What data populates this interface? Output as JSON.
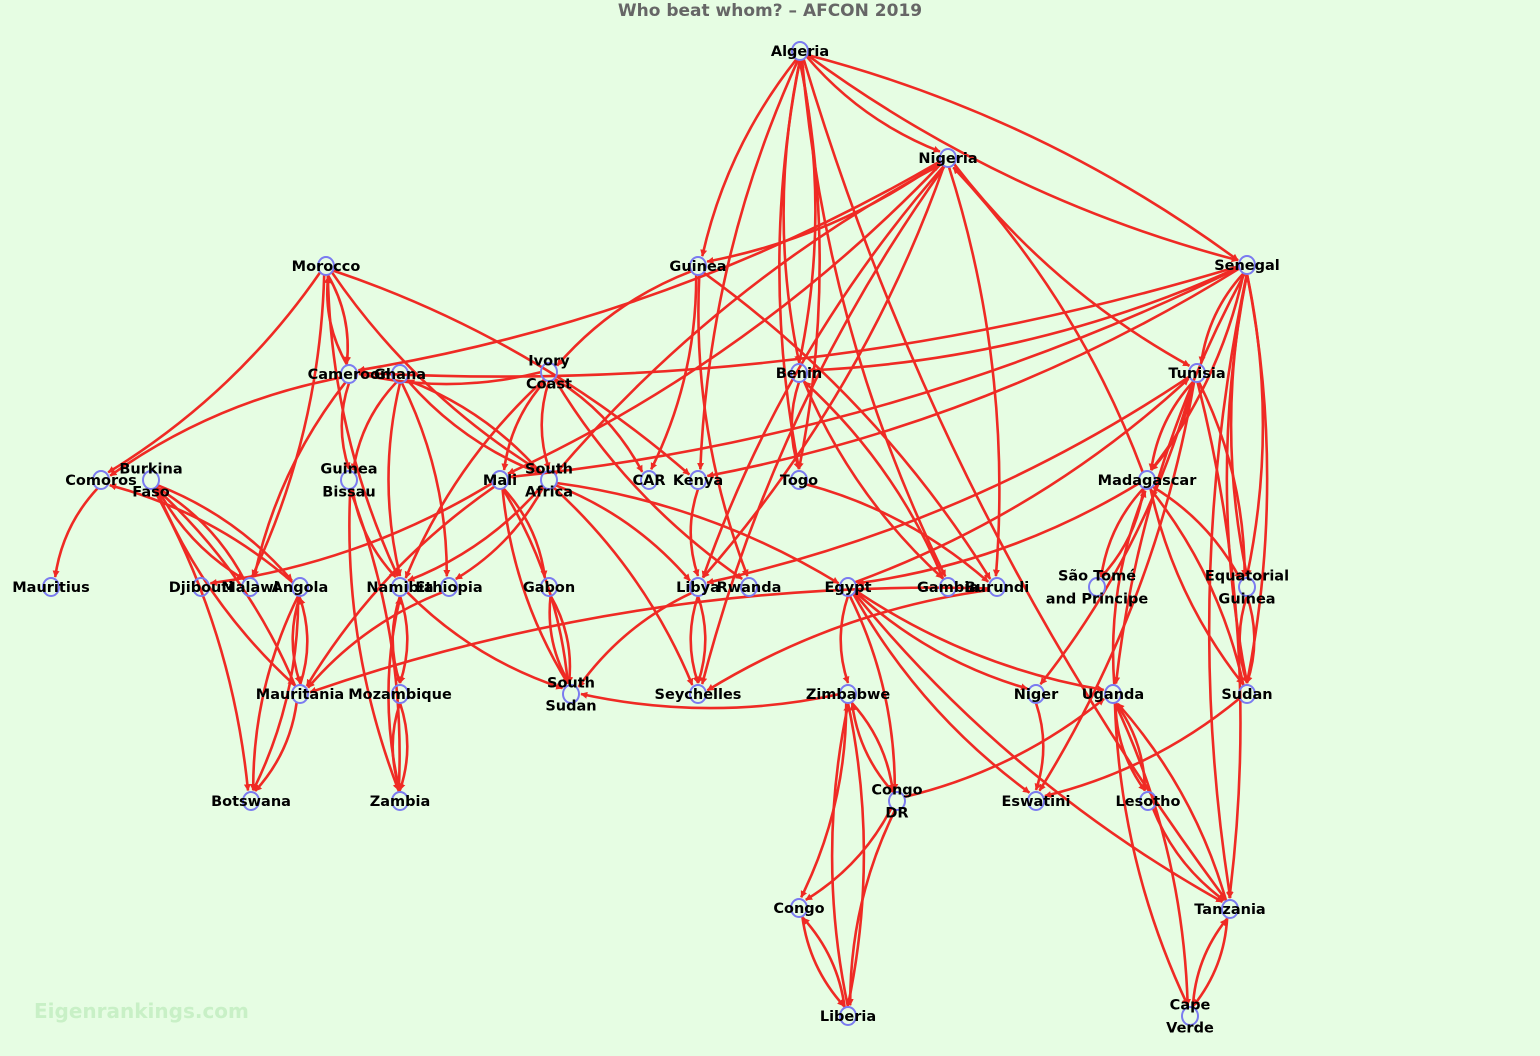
{
  "title": "Who beat whom? – AFCON 2019",
  "watermark": "Eigenrankings.com",
  "colors": {
    "background": "#e6fde3",
    "edge": "#ef2a24",
    "node": "#7b7bf0",
    "title": "#666666"
  },
  "teams": [
    {
      "id": "algeria",
      "lines": [
        "Algeria"
      ]
    },
    {
      "id": "nigeria",
      "lines": [
        "Nigeria"
      ]
    },
    {
      "id": "guinea",
      "lines": [
        "Guinea"
      ]
    },
    {
      "id": "senegal",
      "lines": [
        "Senegal"
      ]
    },
    {
      "id": "morocco",
      "lines": [
        "Morocco"
      ]
    },
    {
      "id": "cameroon",
      "lines": [
        "Cameroon"
      ]
    },
    {
      "id": "ghana",
      "lines": [
        "Ghana"
      ]
    },
    {
      "id": "ivory_coast",
      "lines": [
        "Ivory",
        "Coast"
      ]
    },
    {
      "id": "benin",
      "lines": [
        "Benin"
      ]
    },
    {
      "id": "tunisia",
      "lines": [
        "Tunisia"
      ]
    },
    {
      "id": "comoros",
      "lines": [
        "Comoros"
      ]
    },
    {
      "id": "burkina_faso",
      "lines": [
        "Burkina",
        "Faso"
      ]
    },
    {
      "id": "guinea_bissau",
      "lines": [
        "Guinea",
        "Bissau"
      ]
    },
    {
      "id": "mali",
      "lines": [
        "Mali"
      ]
    },
    {
      "id": "south_africa",
      "lines": [
        "South",
        "Africa"
      ]
    },
    {
      "id": "car",
      "lines": [
        "CAR"
      ]
    },
    {
      "id": "kenya",
      "lines": [
        "Kenya"
      ]
    },
    {
      "id": "togo",
      "lines": [
        "Togo"
      ]
    },
    {
      "id": "madagascar",
      "lines": [
        "Madagascar"
      ]
    },
    {
      "id": "mauritius",
      "lines": [
        "Mauritius"
      ]
    },
    {
      "id": "djibouti",
      "lines": [
        "Djibouti"
      ]
    },
    {
      "id": "malawi",
      "lines": [
        "Malawi"
      ]
    },
    {
      "id": "angola",
      "lines": [
        "Angola"
      ]
    },
    {
      "id": "namibia",
      "lines": [
        "Namibia"
      ]
    },
    {
      "id": "ethiopia",
      "lines": [
        "Ethiopia"
      ]
    },
    {
      "id": "gabon",
      "lines": [
        "Gabon"
      ]
    },
    {
      "id": "libya",
      "lines": [
        "Libya"
      ]
    },
    {
      "id": "rwanda",
      "lines": [
        "Rwanda"
      ]
    },
    {
      "id": "egypt",
      "lines": [
        "Egypt"
      ]
    },
    {
      "id": "gambia",
      "lines": [
        "Gambia"
      ]
    },
    {
      "id": "burundi",
      "lines": [
        "Burundi"
      ]
    },
    {
      "id": "sao_tome",
      "lines": [
        "São Tomé",
        "and Principe"
      ]
    },
    {
      "id": "equatorial_guinea",
      "lines": [
        "Equatorial",
        "Guinea"
      ]
    },
    {
      "id": "mauritania",
      "lines": [
        "Mauritania"
      ]
    },
    {
      "id": "mozambique",
      "lines": [
        "Mozambique"
      ]
    },
    {
      "id": "south_sudan",
      "lines": [
        "South",
        "Sudan"
      ]
    },
    {
      "id": "seychelles",
      "lines": [
        "Seychelles"
      ]
    },
    {
      "id": "zimbabwe",
      "lines": [
        "Zimbabwe"
      ]
    },
    {
      "id": "niger",
      "lines": [
        "Niger"
      ]
    },
    {
      "id": "uganda",
      "lines": [
        "Uganda"
      ]
    },
    {
      "id": "sudan",
      "lines": [
        "Sudan"
      ]
    },
    {
      "id": "botswana",
      "lines": [
        "Botswana"
      ]
    },
    {
      "id": "zambia",
      "lines": [
        "Zambia"
      ]
    },
    {
      "id": "congo_dr",
      "lines": [
        "Congo",
        "DR"
      ]
    },
    {
      "id": "eswatini",
      "lines": [
        "Eswatini"
      ]
    },
    {
      "id": "lesotho",
      "lines": [
        "Lesotho"
      ]
    },
    {
      "id": "congo",
      "lines": [
        "Congo"
      ]
    },
    {
      "id": "tanzania",
      "lines": [
        "Tanzania"
      ]
    },
    {
      "id": "liberia",
      "lines": [
        "Liberia"
      ]
    },
    {
      "id": "cape_verde",
      "lines": [
        "Cape",
        "Verde"
      ]
    }
  ],
  "results": [
    {
      "winner": "algeria",
      "loser": "nigeria"
    },
    {
      "winner": "algeria",
      "loser": "guinea"
    },
    {
      "winner": "algeria",
      "loser": "senegal"
    },
    {
      "winner": "algeria",
      "loser": "senegal"
    },
    {
      "winner": "algeria",
      "loser": "benin"
    },
    {
      "winner": "algeria",
      "loser": "togo"
    },
    {
      "winner": "algeria",
      "loser": "togo"
    },
    {
      "winner": "algeria",
      "loser": "kenya"
    },
    {
      "winner": "algeria",
      "loser": "tanzania"
    },
    {
      "winner": "algeria",
      "loser": "gambia"
    },
    {
      "winner": "benin",
      "loser": "algeria"
    },
    {
      "winner": "nigeria",
      "loser": "guinea"
    },
    {
      "winner": "nigeria",
      "loser": "cameroon"
    },
    {
      "winner": "nigeria",
      "loser": "tunisia"
    },
    {
      "winner": "nigeria",
      "loser": "libya"
    },
    {
      "winner": "nigeria",
      "loser": "libya"
    },
    {
      "winner": "nigeria",
      "loser": "burundi"
    },
    {
      "winner": "nigeria",
      "loser": "seychelles"
    },
    {
      "winner": "nigeria",
      "loser": "mali"
    },
    {
      "winner": "south_africa",
      "loser": "nigeria"
    },
    {
      "winner": "madagascar",
      "loser": "nigeria"
    },
    {
      "winner": "guinea",
      "loser": "ivory_coast"
    },
    {
      "winner": "guinea",
      "loser": "car"
    },
    {
      "winner": "guinea",
      "loser": "rwanda"
    },
    {
      "winner": "guinea",
      "loser": "burundi"
    },
    {
      "winner": "senegal",
      "loser": "cameroon"
    },
    {
      "winner": "senegal",
      "loser": "benin"
    },
    {
      "winner": "senegal",
      "loser": "tunisia"
    },
    {
      "winner": "senegal",
      "loser": "madagascar"
    },
    {
      "winner": "senegal",
      "loser": "equatorial_guinea"
    },
    {
      "winner": "senegal",
      "loser": "equatorial_guinea"
    },
    {
      "winner": "senegal",
      "loser": "sudan"
    },
    {
      "winner": "senegal",
      "loser": "sudan"
    },
    {
      "winner": "senegal",
      "loser": "uganda"
    },
    {
      "winner": "senegal",
      "loser": "tanzania"
    },
    {
      "winner": "senegal",
      "loser": "mali"
    },
    {
      "winner": "senegal",
      "loser": "kenya"
    },
    {
      "winner": "morocco",
      "loser": "cameroon"
    },
    {
      "winner": "morocco",
      "loser": "comoros"
    },
    {
      "winner": "morocco",
      "loser": "malawi"
    },
    {
      "winner": "morocco",
      "loser": "namibia"
    },
    {
      "winner": "morocco",
      "loser": "south_africa"
    },
    {
      "winner": "morocco",
      "loser": "kenya"
    },
    {
      "winner": "cameroon",
      "loser": "morocco"
    },
    {
      "winner": "cameroon",
      "loser": "guinea_bissau"
    },
    {
      "winner": "cameroon",
      "loser": "comoros"
    },
    {
      "winner": "cameroon",
      "loser": "malawi"
    },
    {
      "winner": "ivory_coast",
      "loser": "cameroon"
    },
    {
      "winner": "ghana",
      "loser": "guinea_bissau"
    },
    {
      "winner": "ghana",
      "loser": "ethiopia"
    },
    {
      "winner": "ghana",
      "loser": "namibia"
    },
    {
      "winner": "ghana",
      "loser": "south_africa"
    },
    {
      "winner": "south_africa",
      "loser": "ghana"
    },
    {
      "winner": "ivory_coast",
      "loser": "south_africa"
    },
    {
      "winner": "ivory_coast",
      "loser": "mali"
    },
    {
      "winner": "ivory_coast",
      "loser": "namibia"
    },
    {
      "winner": "ivory_coast",
      "loser": "car"
    },
    {
      "winner": "ivory_coast",
      "loser": "rwanda"
    },
    {
      "winner": "benin",
      "loser": "togo"
    },
    {
      "winner": "benin",
      "loser": "gambia"
    },
    {
      "winner": "gambia",
      "loser": "benin"
    },
    {
      "winner": "tunisia",
      "loser": "madagascar"
    },
    {
      "winner": "tunisia",
      "loser": "madagascar"
    },
    {
      "winner": "tunisia",
      "loser": "equatorial_guinea"
    },
    {
      "winner": "tunisia",
      "loser": "tanzania"
    },
    {
      "winner": "tunisia",
      "loser": "niger"
    },
    {
      "winner": "tunisia",
      "loser": "libya"
    },
    {
      "winner": "tunisia",
      "loser": "eswatini"
    },
    {
      "winner": "egypt",
      "loser": "tunisia"
    },
    {
      "winner": "comoros",
      "loser": "mauritius"
    },
    {
      "winner": "angola",
      "loser": "comoros"
    },
    {
      "winner": "burkina_faso",
      "loser": "malawi"
    },
    {
      "winner": "burkina_faso",
      "loser": "angola"
    },
    {
      "winner": "burkina_faso",
      "loser": "botswana"
    },
    {
      "winner": "burkina_faso",
      "loser": "mauritania"
    },
    {
      "winner": "malawi",
      "loser": "burkina_faso"
    },
    {
      "winner": "mauritania",
      "loser": "burkina_faso"
    },
    {
      "winner": "guinea_bissau",
      "loser": "namibia"
    },
    {
      "winner": "guinea_bissau",
      "loser": "zambia"
    },
    {
      "winner": "zambia",
      "loser": "guinea_bissau"
    },
    {
      "winner": "mali",
      "loser": "gabon"
    },
    {
      "winner": "mali",
      "loser": "south_sudan"
    },
    {
      "winner": "mali",
      "loser": "south_sudan"
    },
    {
      "winner": "mali",
      "loser": "mauritania"
    },
    {
      "winner": "mali",
      "loser": "djibouti"
    },
    {
      "winner": "south_africa",
      "loser": "libya"
    },
    {
      "winner": "south_africa",
      "loser": "seychelles"
    },
    {
      "winner": "south_africa",
      "loser": "egypt"
    },
    {
      "winner": "south_africa",
      "loser": "namibia"
    },
    {
      "winner": "south_africa",
      "loser": "ethiopia"
    },
    {
      "winner": "kenya",
      "loser": "libya"
    },
    {
      "winner": "togo",
      "loser": "burundi"
    },
    {
      "winner": "madagascar",
      "loser": "sao_tome"
    },
    {
      "winner": "madagascar",
      "loser": "sao_tome"
    },
    {
      "winner": "madagascar",
      "loser": "equatorial_guinea"
    },
    {
      "winner": "madagascar",
      "loser": "sudan"
    },
    {
      "winner": "madagascar",
      "loser": "egypt"
    },
    {
      "winner": "sudan",
      "loser": "madagascar"
    },
    {
      "winner": "uganda",
      "loser": "madagascar"
    },
    {
      "winner": "angola",
      "loser": "mauritania"
    },
    {
      "winner": "angola",
      "loser": "botswana"
    },
    {
      "winner": "angola",
      "loser": "botswana"
    },
    {
      "winner": "mauritania",
      "loser": "angola"
    },
    {
      "winner": "namibia",
      "loser": "mozambique"
    },
    {
      "winner": "namibia",
      "loser": "mozambique"
    },
    {
      "winner": "namibia",
      "loser": "south_sudan"
    },
    {
      "winner": "ethiopia",
      "loser": "mauritania"
    },
    {
      "winner": "gabon",
      "loser": "south_sudan"
    },
    {
      "winner": "gabon",
      "loser": "south_sudan"
    },
    {
      "winner": "libya",
      "loser": "seychelles"
    },
    {
      "winner": "libya",
      "loser": "seychelles"
    },
    {
      "winner": "libya",
      "loser": "south_sudan"
    },
    {
      "winner": "egypt",
      "loser": "zimbabwe"
    },
    {
      "winner": "egypt",
      "loser": "congo_dr"
    },
    {
      "winner": "egypt",
      "loser": "niger"
    },
    {
      "winner": "egypt",
      "loser": "uganda"
    },
    {
      "winner": "egypt",
      "loser": "eswatini"
    },
    {
      "winner": "egypt",
      "loser": "tanzania"
    },
    {
      "winner": "burundi",
      "loser": "seychelles"
    },
    {
      "winner": "burundi",
      "loser": "mauritania"
    },
    {
      "winner": "equatorial_guinea",
      "loser": "sudan"
    },
    {
      "winner": "equatorial_guinea",
      "loser": "sudan"
    },
    {
      "winner": "mauritania",
      "loser": "botswana"
    },
    {
      "winner": "mozambique",
      "loser": "zambia"
    },
    {
      "winner": "mozambique",
      "loser": "zambia"
    },
    {
      "winner": "zambia",
      "loser": "namibia"
    },
    {
      "winner": "zimbabwe",
      "loser": "south_sudan"
    },
    {
      "winner": "zimbabwe",
      "loser": "congo_dr"
    },
    {
      "winner": "zimbabwe",
      "loser": "congo"
    },
    {
      "winner": "zimbabwe",
      "loser": "liberia"
    },
    {
      "winner": "congo_dr",
      "loser": "zimbabwe"
    },
    {
      "winner": "liberia",
      "loser": "zimbabwe"
    },
    {
      "winner": "niger",
      "loser": "eswatini"
    },
    {
      "winner": "uganda",
      "loser": "lesotho"
    },
    {
      "winner": "uganda",
      "loser": "lesotho"
    },
    {
      "winner": "uganda",
      "loser": "cape_verde"
    },
    {
      "winner": "uganda",
      "loser": "cape_verde"
    },
    {
      "winner": "tanzania",
      "loser": "uganda"
    },
    {
      "winner": "lesotho",
      "loser": "tanzania"
    },
    {
      "winner": "sudan",
      "loser": "eswatini"
    },
    {
      "winner": "congo_dr",
      "loser": "congo"
    },
    {
      "winner": "congo_dr",
      "loser": "liberia"
    },
    {
      "winner": "congo_dr",
      "loser": "uganda"
    },
    {
      "winner": "congo",
      "loser": "liberia"
    },
    {
      "winner": "liberia",
      "loser": "congo"
    },
    {
      "winner": "tanzania",
      "loser": "cape_verde"
    },
    {
      "winner": "cape_verde",
      "loser": "tanzania"
    }
  ]
}
